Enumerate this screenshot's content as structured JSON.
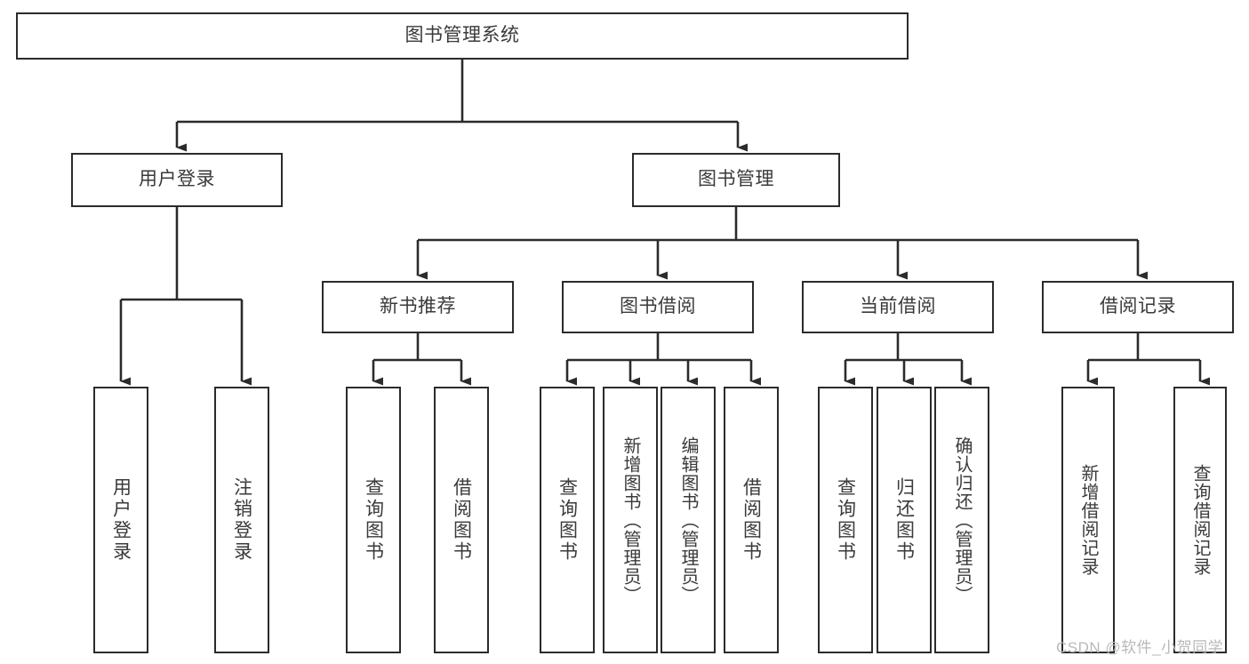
{
  "diagram": {
    "type": "tree-hierarchy-diagram",
    "title": "图书管理系统",
    "orientation": "top-down",
    "box_stroke_color": "#2b2b2b",
    "box_fill_color": "#ffffff",
    "text_color": "#3a3a3a",
    "connector_color": "#2b2b2b",
    "background_color": "#ffffff"
  },
  "root": {
    "label": "图书管理系统"
  },
  "level2": [
    {
      "label": "用户登录"
    },
    {
      "label": "图书管理"
    }
  ],
  "level3": [
    {
      "label": "新书推荐"
    },
    {
      "label": "图书借阅"
    },
    {
      "label": "当前借阅"
    },
    {
      "label": "借阅记录"
    }
  ],
  "leaves": {
    "user_login": [
      {
        "label": "用户登录"
      },
      {
        "label": "注销登录"
      }
    ],
    "new_book_recommend": [
      {
        "label": "查询图书"
      },
      {
        "label": "借阅图书"
      }
    ],
    "book_borrow": [
      {
        "label": "查询图书"
      },
      {
        "label": "新增图书（管理员）"
      },
      {
        "label": "编辑图书（管理员）"
      },
      {
        "label": "借阅图书"
      }
    ],
    "current_borrow": [
      {
        "label": "查询图书"
      },
      {
        "label": "归还图书"
      },
      {
        "label": "确认归还（管理员）"
      }
    ],
    "borrow_record": [
      {
        "label": "新增借阅记录"
      },
      {
        "label": "查询借阅记录"
      }
    ]
  },
  "watermark": {
    "text": "CSDN @软件_小贺同学"
  }
}
